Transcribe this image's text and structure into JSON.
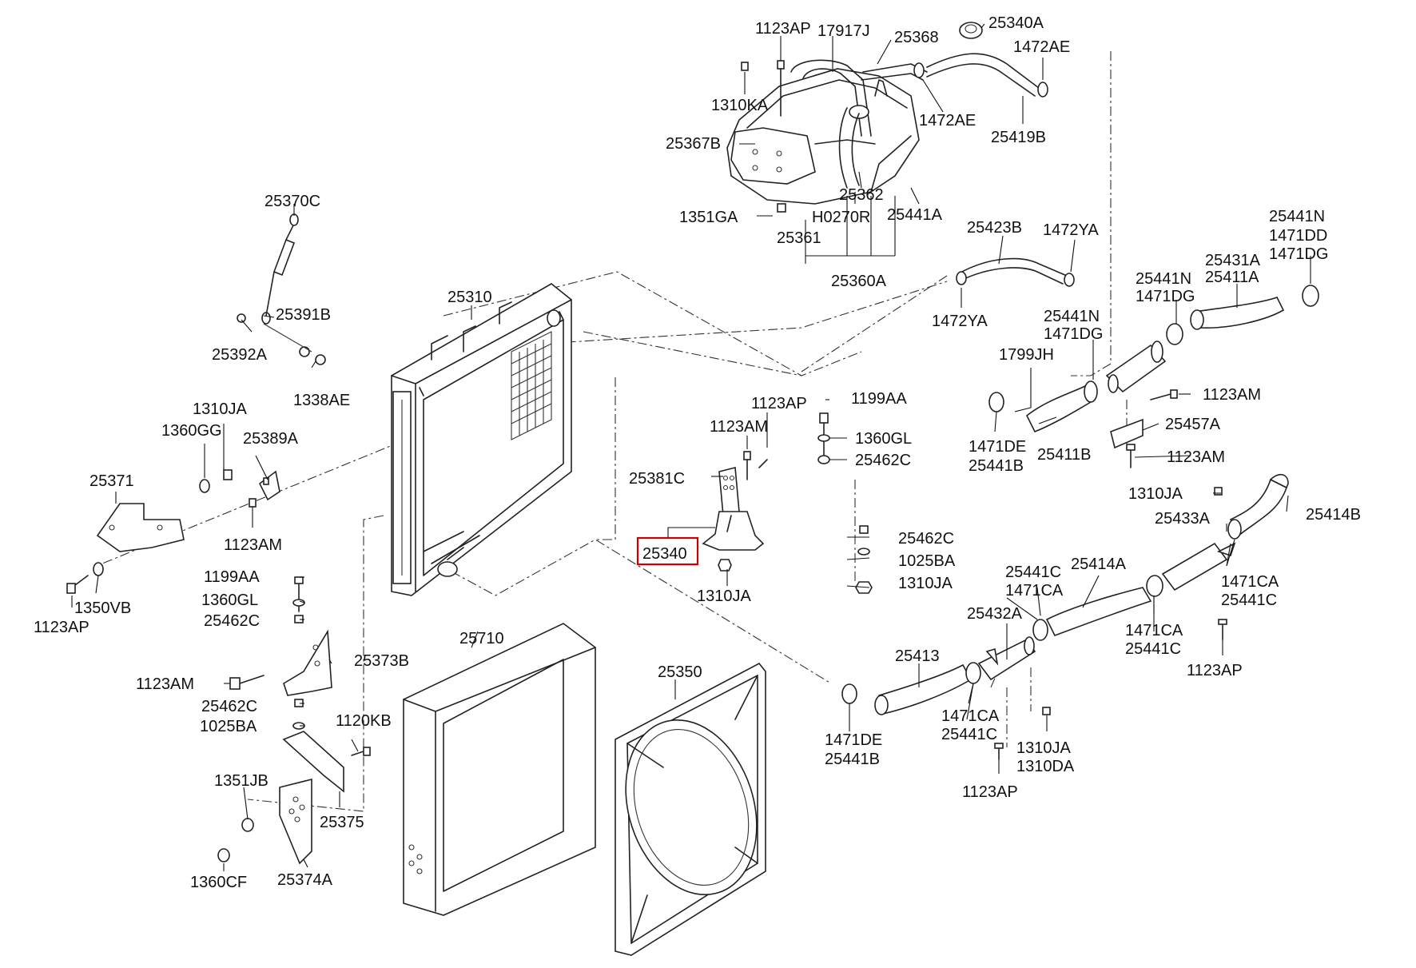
{
  "highlight_color": "#cc0000",
  "labels": {
    "l_1123ap_top": "1123AP",
    "l_17917j": "17917J",
    "l_25368": "25368",
    "l_25340a": "25340A",
    "l_1472ae_top": "1472AE",
    "l_1310ka": "1310KA",
    "l_1472ae_mid": "1472AE",
    "l_25419b": "25419B",
    "l_25367b": "25367B",
    "l_25362": "25362",
    "l_1351ga": "1351GA",
    "l_h0270r": "H0270R",
    "l_25441a": "25441A",
    "l_25361": "25361",
    "l_25360a": "25360A",
    "l_25370c": "25370C",
    "l_25423b": "25423B",
    "l_1472ya_top": "1472YA",
    "l_25441n_1": "25441N",
    "l_1471dd": "1471DD",
    "l_1471dg_1": "1471DG",
    "l_25431a": "25431A",
    "l_25411a": "25411A",
    "l_25441n_2": "25441N",
    "l_1471dg_2": "1471DG",
    "l_25310": "25310",
    "l_25391b": "25391B",
    "l_1472ya_bot": "1472YA",
    "l_25441n_3": "25441N",
    "l_1471dg_3": "1471DG",
    "l_25392a": "25392A",
    "l_1799jh": "1799JH",
    "l_1338ae": "1338AE",
    "l_1123ap_mid": "1123AP",
    "l_1199aa_mid": "1199AA",
    "l_1123am_r1": "1123AM",
    "l_1310ja_left": "1310JA",
    "l_1360gg": "1360GG",
    "l_25389a": "25389A",
    "l_1123am_mid": "1123AM",
    "l_1360gl_mid": "1360GL",
    "l_25457a": "25457A",
    "l_1471de_r": "1471DE",
    "l_25441b_r": "25441B",
    "l_25411b": "25411B",
    "l_1123am_r2": "1123AM",
    "l_25462c_a": "25462C",
    "l_25371": "25371",
    "l_25381c": "25381C",
    "l_1310ja_r": "1310JA",
    "l_25433a": "25433A",
    "l_25414b": "25414B",
    "l_1123am_left": "1123AM",
    "l_25462c_b": "25462C",
    "l_25340": "25340",
    "l_1025ba_mid": "1025BA",
    "l_25441c_1": "25441C",
    "l_25414a": "25414A",
    "l_1471ca_1": "1471CA",
    "l_1199aa_left": "1199AA",
    "l_1310ja_mid": "1310JA",
    "l_1310ja_mid2": "1310JA",
    "l_1471ca_r": "1471CA",
    "l_25441c_r": "25441C",
    "l_1360gl_left": "1360GL",
    "l_1350vb": "1350VB",
    "l_1123ap_left": "1123AP",
    "l_25432a": "25432A",
    "l_25462c_left": "25462C",
    "l_25710": "25710",
    "l_1471ca_2": "1471CA",
    "l_25441c_2": "25441C",
    "l_25373b": "25373B",
    "l_25413": "25413",
    "l_1123ap_r": "1123AP",
    "l_25350": "25350",
    "l_1123am_left2": "1123AM",
    "l_25462c_left2": "25462C",
    "l_1471ca_3": "1471CA",
    "l_1025ba_left": "1025BA",
    "l_1120kb": "1120KB",
    "l_25441c_3": "25441C",
    "l_1471de_b": "1471DE",
    "l_25441b_b": "25441B",
    "l_1310ja_b": "1310JA",
    "l_1310da": "1310DA",
    "l_1351jb": "1351JB",
    "l_25375": "25375",
    "l_1123ap_b": "1123AP",
    "l_1360cf": "1360CF",
    "l_25374a": "25374A"
  }
}
